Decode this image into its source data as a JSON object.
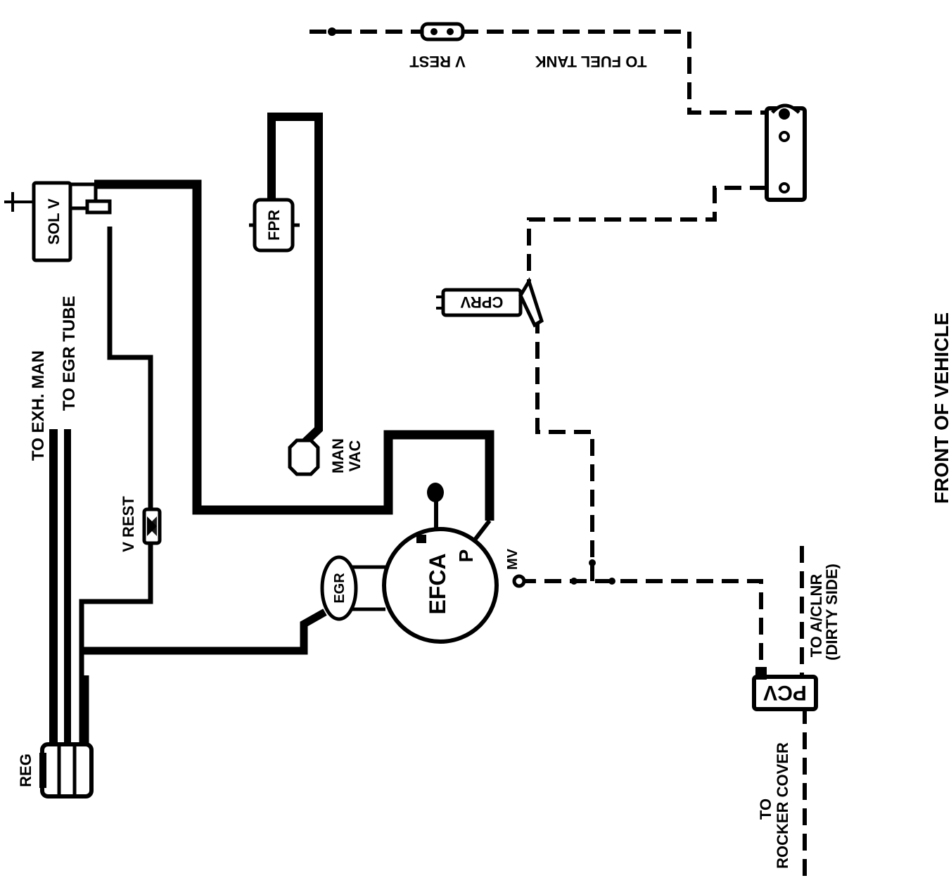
{
  "labels": {
    "sol_v": "SOL V",
    "fpr": "FPR",
    "to_exh_man": "TO EXH. MAN",
    "to_egr_tube": "TO EGR TUBE",
    "v_rest_left": "V REST",
    "v_rest_top": "V REST",
    "to_fuel_tank": "TO FUEL TANK",
    "cprv": "CPRV",
    "man": "MAN",
    "vac": "VAC",
    "egr": "EGR",
    "efca": "EFCA",
    "p": "P",
    "mv": "MV",
    "reg": "REG",
    "pcv": "PCV",
    "to_a_clnr": "TO A/CLNR",
    "dirty_side": "(DIRTY SIDE)",
    "to": "TO",
    "rocker_cover": "ROCKER COVER",
    "front_of_vehicle": "FRONT OF VEHICLE"
  }
}
